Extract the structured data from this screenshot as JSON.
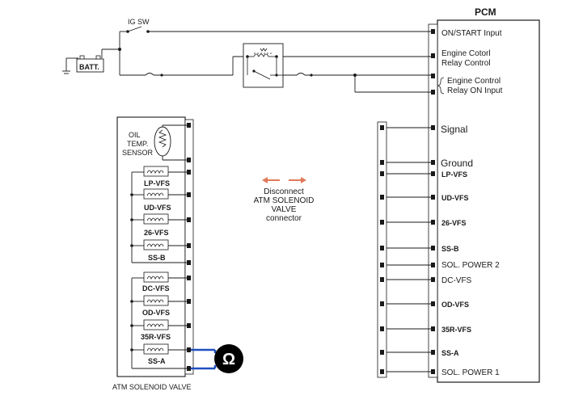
{
  "diagram": {
    "labels": {
      "ig_sw": "IG SW",
      "batt": "BATT.",
      "pcm": "PCM",
      "oil_temp_line1": "OIL",
      "oil_temp_line2": "TEMP.",
      "oil_temp_line3": "SENSOR",
      "disconnect_line1": "Disconnect",
      "disconnect_line2": "ATM SOLENOID",
      "disconnect_line3": "VALVE",
      "disconnect_line4": "connector",
      "atm_solenoid_valve": "ATM SOLENOID VALVE",
      "ohm_symbol": "Ω"
    },
    "pcm_pins_top": {
      "on_start": "ON/START Input",
      "ecr_line1": "Engine Cotorl",
      "ecr_line2": "Relay Control",
      "ecron_line1": "Engine Control",
      "ecron_line2": "Relay ON Input"
    },
    "pcm_pins": [
      "Signal",
      "Ground",
      "LP-VFS",
      "UD-VFS",
      "26-VFS",
      "SS-B",
      "SOL. POWER 2",
      "DC-VFS",
      "OD-VFS",
      "35R-VFS",
      "SS-A",
      "SOL. POWER 1"
    ],
    "solenoids": [
      "LP-VFS",
      "UD-VFS",
      "26-VFS",
      "SS-B",
      "DC-VFS",
      "OD-VFS",
      "35R-VFS",
      "SS-A"
    ],
    "colors": {
      "line": "#1a1a1a",
      "meter_lead": "#1f4fbf",
      "arrow": "#e07a5a",
      "meter_fill": "#000000"
    }
  }
}
